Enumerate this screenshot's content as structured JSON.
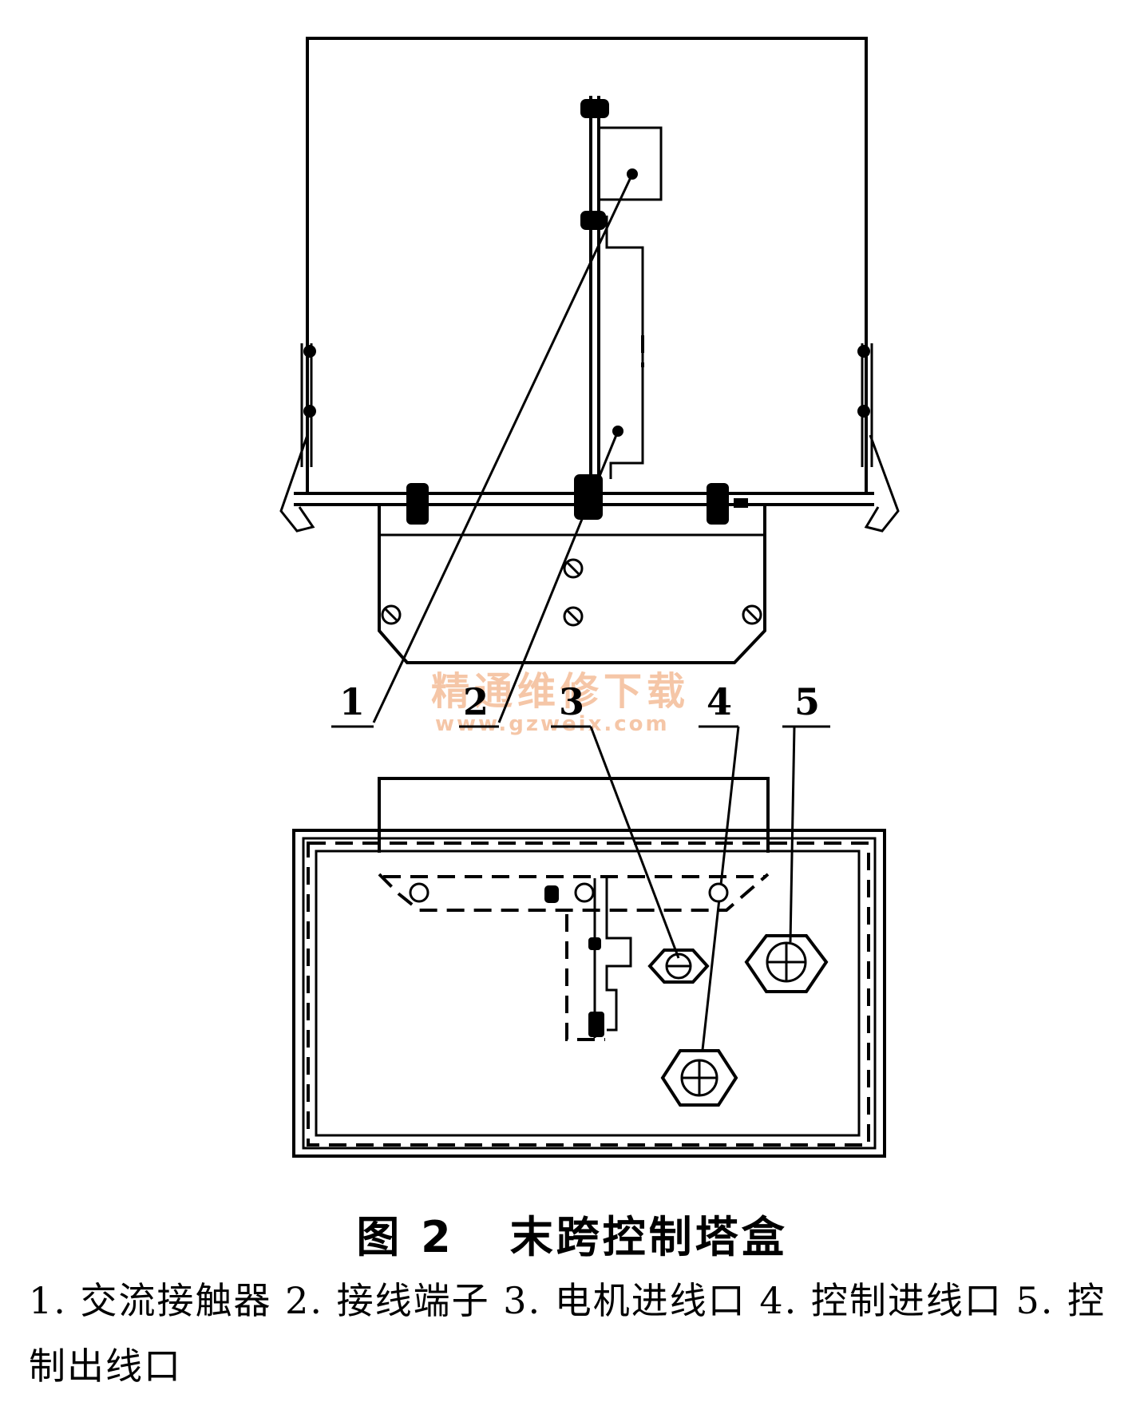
{
  "figure": {
    "callouts": [
      "1",
      "2",
      "3",
      "4",
      "5"
    ],
    "watermark": {
      "line1": "精通维修下载",
      "line2": "www.gzweix.com"
    }
  },
  "caption": {
    "figure_number": "图 2",
    "title": "末跨控制塔盒",
    "legend": "1. 交流接触器 2. 接线端子 3. 电机进线口 4. 控制进线口 5. 控制出线口"
  }
}
